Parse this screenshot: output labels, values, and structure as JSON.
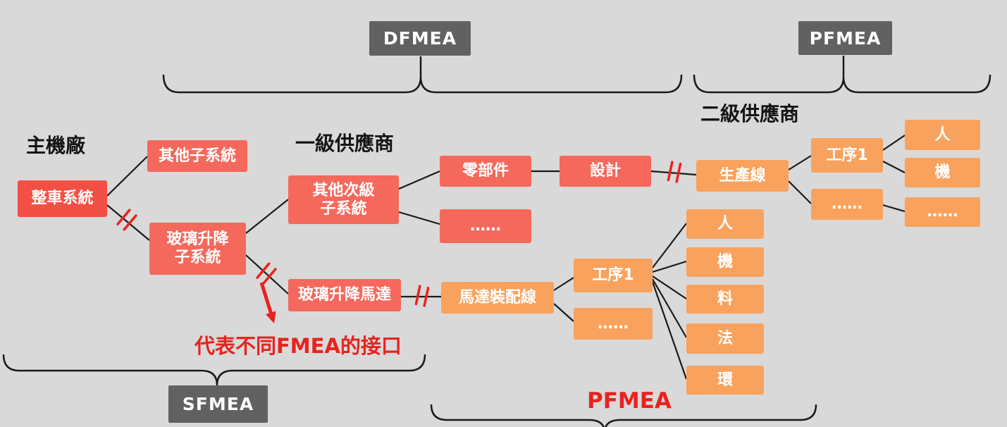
{
  "colors": {
    "background": "#d9d9d9",
    "red_box": "#f4695c",
    "root_box": "#f25044",
    "orange_box": "#f8a25e",
    "dark_box": "#616161",
    "accent_red": "#e8231f",
    "line": "#1a1a1a",
    "box_text": "#ffffff"
  },
  "fmea_labels": {
    "dfmea": "DFMEA",
    "pfmea_top": "PFMEA",
    "sfmea": "SFMEA",
    "pfmea_bottom": "PFMEA"
  },
  "headings": {
    "oem": "主機廠",
    "tier1_supplier": "一級供應商",
    "tier2_supplier": "二級供應商"
  },
  "annotation": {
    "interface_note": "代表不同FMEA的接口"
  },
  "nodes": {
    "vehicle_system": "整車系統",
    "other_subsystems": "其他子系統",
    "window_lift_subsystem": "玻璃升降\n子系統",
    "other_secondary_subsystems": "其他次級\n子系統",
    "window_lift_motor": "玻璃升降馬達",
    "component": "零部件",
    "design": "設計",
    "component_ellipsis": "……",
    "motor_assembly_line": "馬達裝配線",
    "motor_process1": "工序1",
    "motor_process_ellipsis": "……",
    "factor_man": "人",
    "factor_machine": "機",
    "factor_material": "料",
    "factor_method": "法",
    "factor_environment": "環",
    "production_line": "生產線",
    "prod_process1": "工序1",
    "prod_process_ellipsis": "……",
    "prod_factor_man": "人",
    "prod_factor_machine": "機",
    "prod_factor_ellipsis": "……"
  }
}
